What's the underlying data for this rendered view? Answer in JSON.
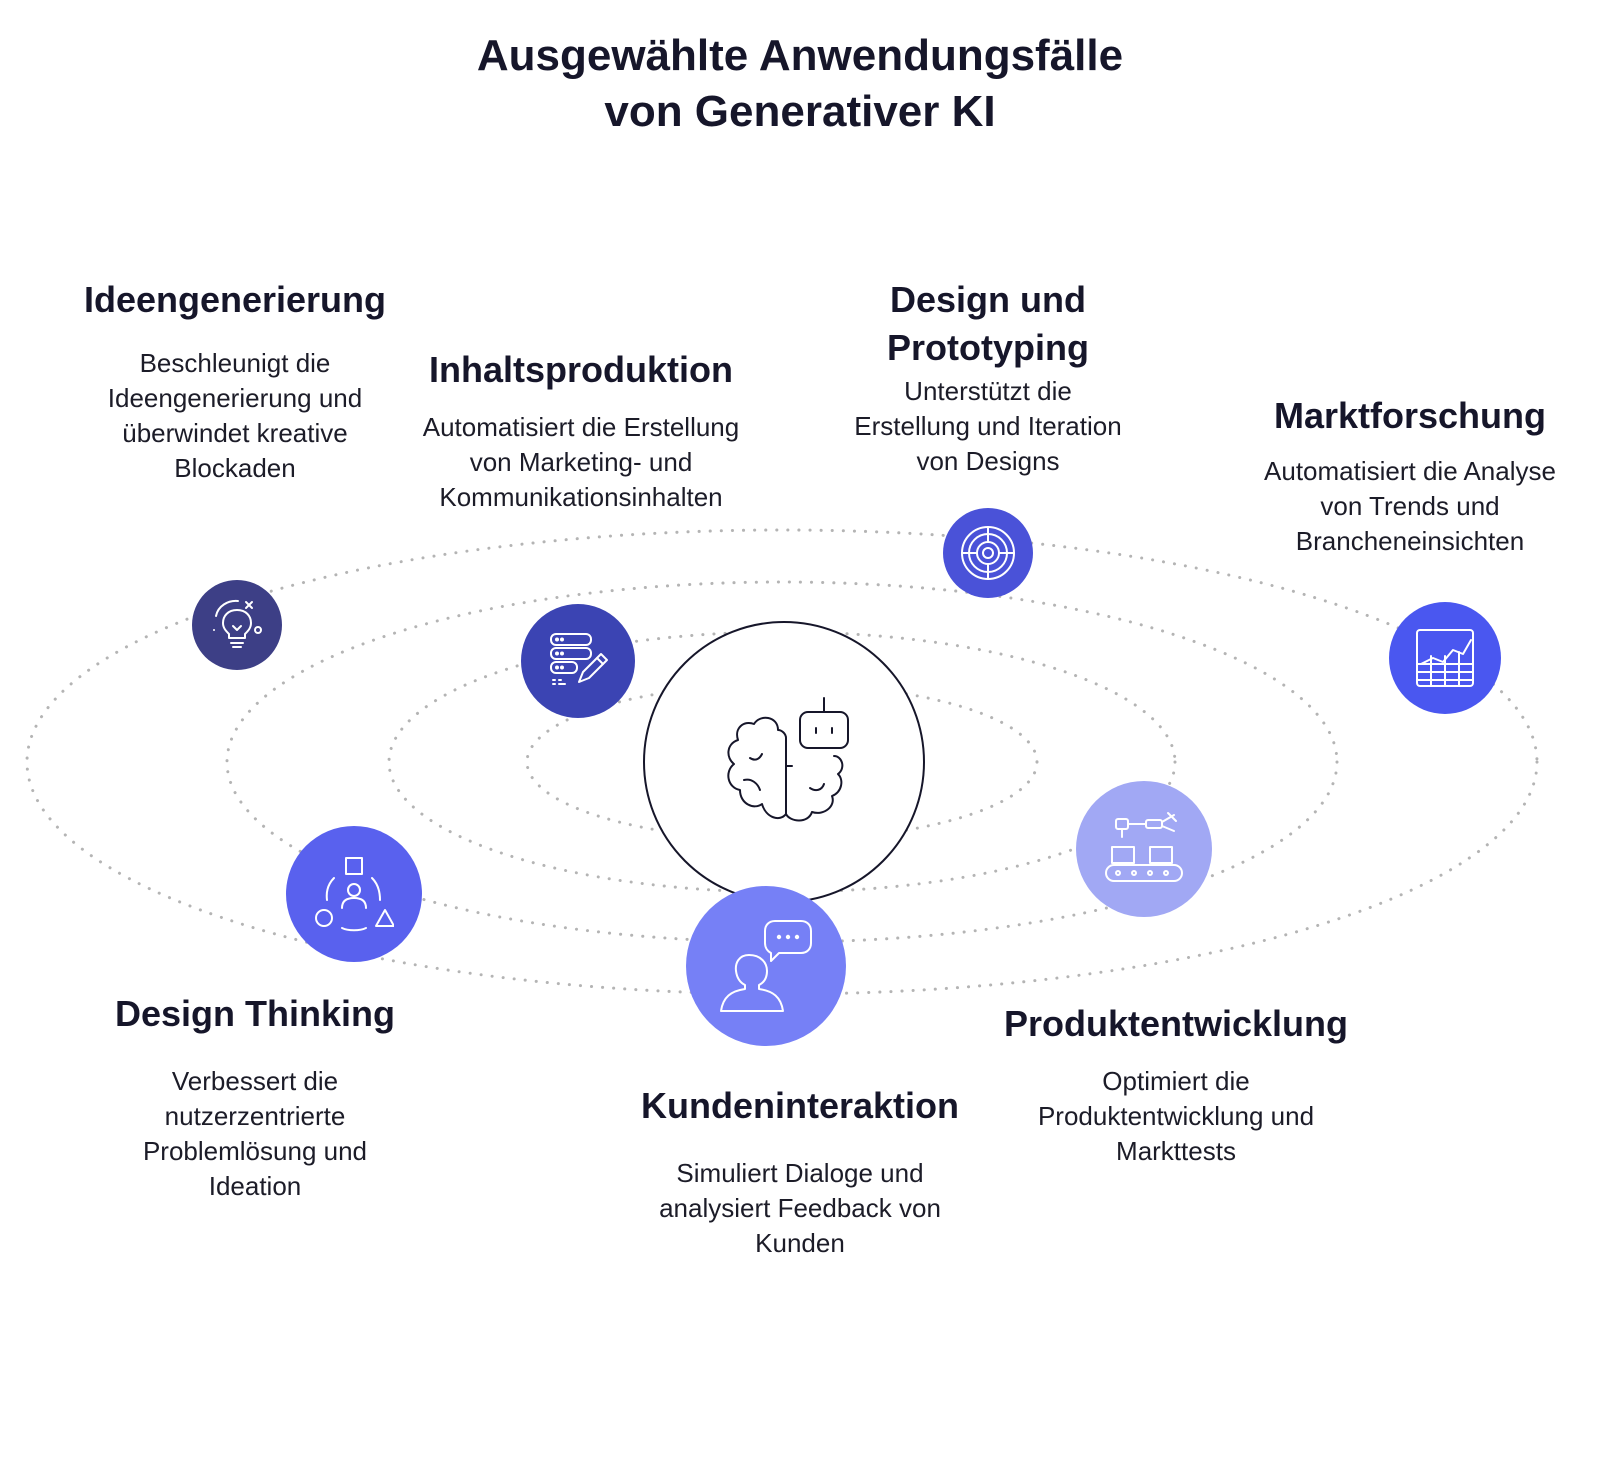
{
  "title": {
    "line1": "Ausgewählte Anwendungsfälle",
    "line2": "von Generativer KI"
  },
  "center": {
    "icon": "brain-robot-icon"
  },
  "items": [
    {
      "id": "ideengenerierung",
      "heading": "Ideengenerierung",
      "description": [
        "Beschleunigt die",
        "Ideengenerierung und",
        "überwindet kreative",
        "Blockaden"
      ],
      "icon": "lightbulb-icon",
      "color": "#3d3f86"
    },
    {
      "id": "inhaltsproduktion",
      "heading": "Inhaltsproduktion",
      "description": [
        "Automatisiert die Erstellung",
        "von Marketing- und",
        "Kommunikationsinhalten"
      ],
      "icon": "content-edit-icon",
      "color": "#3b44b3"
    },
    {
      "id": "design-prototyping",
      "heading": [
        "Design und",
        "Prototyping"
      ],
      "description": [
        "Unterstützt die",
        "Erstellung und Iteration",
        "von Designs"
      ],
      "icon": "target-gear-icon",
      "color": "#4a52d8"
    },
    {
      "id": "marktforschung",
      "heading": "Marktforschung",
      "description": [
        "Automatisiert die Analyse",
        "von Trends und",
        "Brancheneinsichten"
      ],
      "icon": "chart-table-icon",
      "color": "#4a57f0"
    },
    {
      "id": "design-thinking",
      "heading": "Design Thinking",
      "description": [
        "Verbessert die",
        "nutzerzentrierte",
        "Problemlösung und",
        "Ideation"
      ],
      "icon": "shapes-person-icon",
      "color": "#5961ee"
    },
    {
      "id": "kundeninteraktion",
      "heading": "Kundeninteraktion",
      "description": [
        "Simuliert Dialoge und",
        "analysiert Feedback von",
        "Kunden"
      ],
      "icon": "person-chat-icon",
      "color": "#7680f6"
    },
    {
      "id": "produktentwicklung",
      "heading": "Produktentwicklung",
      "description": [
        "Optimiert die",
        "Produktentwicklung und",
        "Markttests"
      ],
      "icon": "conveyor-robot-icon",
      "color": "#a1a8f4"
    }
  ]
}
